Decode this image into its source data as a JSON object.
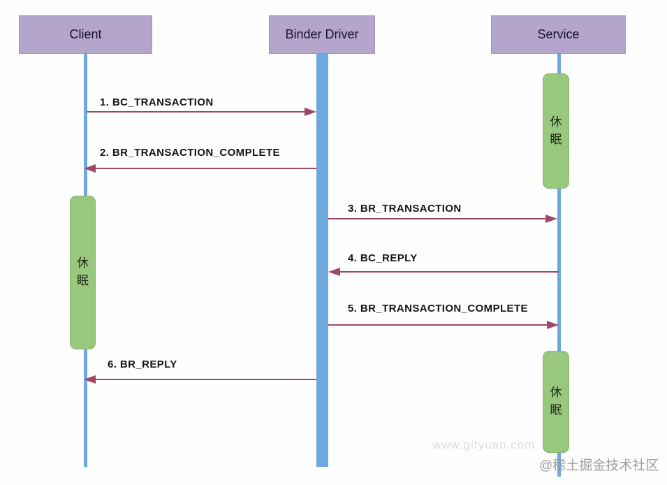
{
  "diagram": {
    "type": "sequence-diagram",
    "subject": "Binder IPC transaction flow",
    "colors": {
      "participant_fill": "#b3a5cb",
      "participant_text": "#17122e",
      "lifeline": "#6fa8dc",
      "activation_fill": "#97c87d",
      "arrow": "#a04862",
      "message_text": "#141414",
      "watermark_light": "#dddddd",
      "watermark_gray": "#9e9e9e"
    },
    "participants": [
      {
        "id": "client",
        "label": "Client"
      },
      {
        "id": "binder-driver",
        "label": "Binder Driver"
      },
      {
        "id": "service",
        "label": "Service"
      }
    ],
    "activations": [
      {
        "lane": "service",
        "position": "top",
        "label": "休眠"
      },
      {
        "lane": "client",
        "position": "middle",
        "label": "休眠"
      },
      {
        "lane": "service",
        "position": "bottom",
        "label": "休眠"
      }
    ],
    "messages": [
      {
        "seq": 1,
        "label": "1. BC_TRANSACTION",
        "from": "client",
        "to": "binder-driver",
        "direction": "right"
      },
      {
        "seq": 2,
        "label": "2. BR_TRANSACTION_COMPLETE",
        "from": "binder-driver",
        "to": "client",
        "direction": "left"
      },
      {
        "seq": 3,
        "label": "3. BR_TRANSACTION",
        "from": "binder-driver",
        "to": "service",
        "direction": "right"
      },
      {
        "seq": 4,
        "label": "4. BC_REPLY",
        "from": "service",
        "to": "binder-driver",
        "direction": "left"
      },
      {
        "seq": 5,
        "label": "5. BR_TRANSACTION_COMPLETE",
        "from": "binder-driver",
        "to": "service",
        "direction": "right"
      },
      {
        "seq": 6,
        "label": "6. BR_REPLY",
        "from": "binder-driver",
        "to": "client",
        "direction": "left"
      }
    ],
    "watermarks": {
      "site": "www.gityuan.com",
      "community": "@稀土掘金技术社区"
    }
  }
}
